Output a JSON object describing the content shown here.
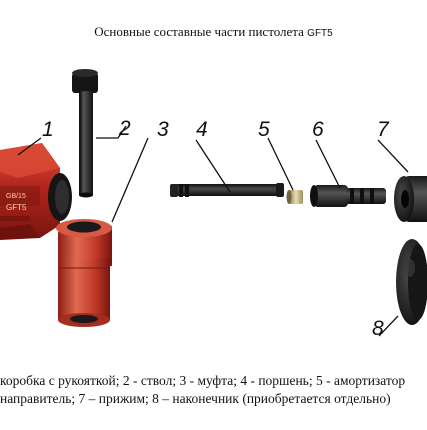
{
  "title": {
    "text": "Основные составные части пистолета",
    "model": "GFT5"
  },
  "parts": [
    {
      "number": "1"
    },
    {
      "number": "2"
    },
    {
      "number": "3"
    },
    {
      "number": "4"
    },
    {
      "number": "5"
    },
    {
      "number": "6"
    },
    {
      "number": "7"
    },
    {
      "number": "8"
    }
  ],
  "body_label": {
    "line1": "GB/15",
    "line2": "GFT5"
  },
  "caption": {
    "line1": "коробка с рукояткой; 2 - ствол; 3 - муфта; 4 - поршень; 5 - амортизатор",
    "line2": "направитель; 7 – прижим; 8 – наконечник (приобретается отдельно)"
  },
  "colors": {
    "body_red": "#b3261e",
    "sleeve_red": "#c23a2a",
    "steel_dark": "#1c1c1c",
    "brass": "#cdbf8a"
  }
}
